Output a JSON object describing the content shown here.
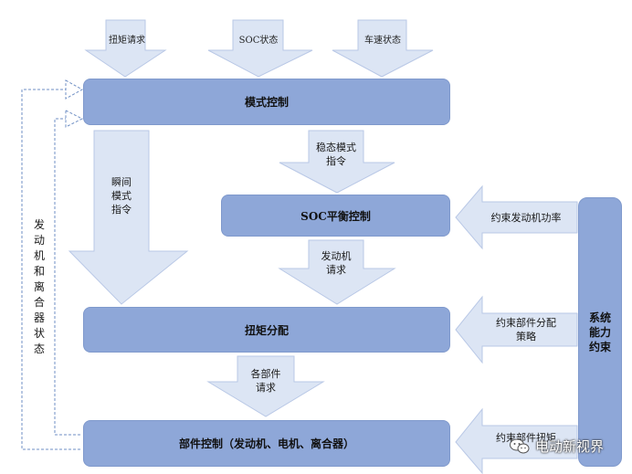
{
  "colors": {
    "box": "#8ea7d8",
    "box_border": "#7f99cc",
    "arrow": "#dce5f4",
    "arrow_border": "#b9c8e6",
    "dash": "#6f8fc4"
  },
  "inputs": {
    "torque_request": "扭矩请求",
    "soc_state": "SOC状态",
    "speed_state": "车速状态"
  },
  "boxes": {
    "mode_control": "模式控制",
    "soc_balance": "SOC平衡控制",
    "torque_distribution": "扭矩分配",
    "component_control": "部件控制（发动机、电机、离合器）",
    "system_constraint": "系统\n能力\n约束"
  },
  "arrows": {
    "steady_mode_cmd": "稳态模式\n指令",
    "instant_mode_cmd": "瞬间\n模式\n指令",
    "engine_request": "发动机\n请求",
    "component_requests": "各部件\n请求",
    "limit_engine_power": "约束发动机功率",
    "limit_distribution_strategy": "约束部件分配\n策略",
    "limit_component_torque": "约束部件扭矩"
  },
  "feedback": {
    "engine_clutch_state": "发动机和离合器状态"
  },
  "watermark": {
    "icon": "wechat-icon",
    "text": "电动新视界"
  }
}
